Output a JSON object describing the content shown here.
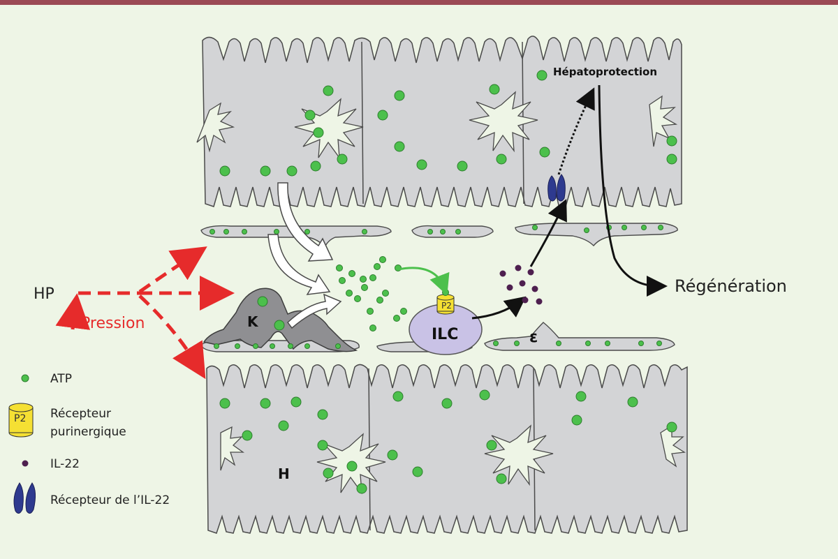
{
  "labels": {
    "hp": "HP",
    "pression": "Pression",
    "k": "K",
    "ilc": "ILC",
    "epsilon": "ε",
    "h": "H",
    "p2": "P2",
    "hepatoprotection": "Hépatoprotection",
    "regeneration": "Régénération"
  },
  "legend": {
    "atp": "ATP",
    "p2": "P2",
    "recepteur_line1": "Récepteur",
    "recepteur_line2": "purinergique",
    "il22": "IL-22",
    "il22_receptor": "Récepteur de l’IL-22"
  },
  "colors": {
    "background": "#eef5e6",
    "top_bar": "#9b4a55",
    "cell_fill": "#d3d4d6",
    "cell_stroke": "#4a4a4a",
    "atp": "#4cc04c",
    "p2_receptor": "#f5e033",
    "il22": "#4e1f4f",
    "il22_receptor": "#2e3a8f",
    "ilc": "#c9c2e6",
    "kupffer": "#8f8f92",
    "pressure_arrow": "#e62b2b"
  }
}
